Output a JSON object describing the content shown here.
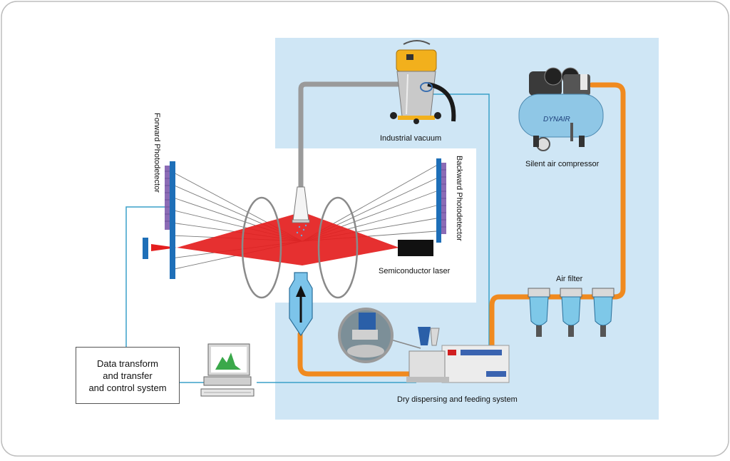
{
  "labels": {
    "industrial_vacuum": "Industrial vacuum",
    "silent_air_compressor": "Silent air compressor",
    "forward_photodetector": "Forward Photodetector",
    "backward_photodetector": "Backward Photodetector",
    "semiconductor_laser": "Semiconductor laser",
    "air_filter": "Air filter",
    "dry_dispersing": "Dry dispersing and feeding system",
    "data_control": "Data transform\nand transfer\nand control system",
    "compressor_brand": "DYNAIR"
  },
  "colors": {
    "panel_blue": "#cfe6f5",
    "laser_red": "#e41e1e",
    "pipe_orange": "#f08a1f",
    "pipe_gray": "#9a9a9a",
    "wire_blue": "#3aa0c8",
    "detector_blue": "#1e6fb8",
    "detector_purple": "#8b6bb5",
    "vacuum_yellow": "#f2b01c",
    "compressor_blue": "#8fc7e6",
    "filter_cyan": "#7ec8e8"
  }
}
